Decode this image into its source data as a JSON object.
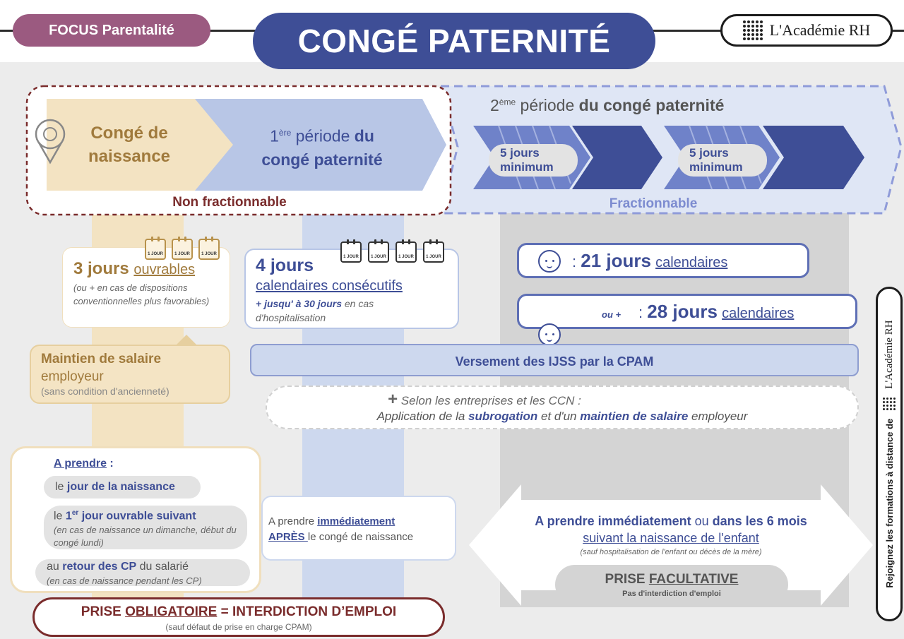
{
  "header": {
    "focus_label": "FOCUS Parentalité",
    "title": "CONGÉ PATERNITÉ",
    "logo_text": "L'Académie RH"
  },
  "timeline": {
    "birth_leave": "Congé de naissance",
    "period1_prefix": "1",
    "period1_sup": "ère",
    "period1_text_a": " période ",
    "period1_text_b": "du",
    "period1_text_c": "congé paternité",
    "non_fractionnable": "Non fractionnable",
    "period2_prefix": "2",
    "period2_sup": "ème",
    "period2_text_a": " période ",
    "period2_text_b": "du congé paternité",
    "segment1": "5 jours minimum",
    "segment2": "5 jours minimum",
    "fractionnable": "Fractionnable"
  },
  "col1": {
    "days_bold": "3 jours",
    "days_under": "ouvrables",
    "days_note": "(ou + en cas de dispositions conventionnelles plus favorables)",
    "salary_bold": "Maintien de salaire",
    "salary_text": "employeur",
    "salary_note": "(sans condition d'ancienneté)",
    "take_title": "A prendre",
    "take_colon": " :",
    "opt1_a": "le ",
    "opt1_b": "jour de la naissance",
    "opt2_a": "le ",
    "opt2_b": "1",
    "opt2_sup": "er",
    "opt2_c": " jour ouvrable suivant",
    "opt2_note": "(en cas de naissance un dimanche, début du congé lundi)",
    "opt3_a": "au ",
    "opt3_b": "retour des CP",
    "opt3_c": " du salarié",
    "opt3_note": "(en cas de naissance pendant les CP)",
    "mandatory_a": "PRISE ",
    "mandatory_b": "OBLIGATOIRE",
    "mandatory_c": " = INTERDICTION D’EMPLOI",
    "mandatory_note": "(sauf défaut de prise en charge CPAM)"
  },
  "col2": {
    "days_bold": "4 jours",
    "days_under": "calendaires consécutifs",
    "days_note_b": "+ jusqu' à 30 jours",
    "days_note_c": " en cas d'hospitalisation",
    "take_a": "A prendre ",
    "take_b": "immédiatement",
    "take_c": "APRÈS ",
    "take_d": "le congé de naissance"
  },
  "col3": {
    "single_colon": ": ",
    "single_bold": "21 jours",
    "single_under": "calendaires",
    "multi_ou": "ou +",
    "multi_colon": ": ",
    "multi_bold": "28 jours",
    "multi_under": "calendaires",
    "take_a": "A prendre immédiatement",
    "take_b": " ou ",
    "take_c": "dans les 6 mois",
    "take_d": " suivant la naissance de l'enfant",
    "take_note": "(sauf hospitalisation de l'enfant ou décès de la mère)",
    "optional_a": "PRISE ",
    "optional_b": "FACULTATIVE",
    "optional_note": "Pas d'interdiction d'emploi"
  },
  "shared": {
    "ijss": "Versement des IJSS par la CPAM",
    "plus": "+",
    "ccn_line1": " Selon les entreprises et les CCN :",
    "ccn_a": "Application de la ",
    "ccn_b": "subrogation",
    "ccn_c": " et d'un ",
    "ccn_d": "maintien de salaire",
    "ccn_e": " employeur"
  },
  "side_banner": {
    "text": "Rejoignez les formations à distance de",
    "logo": "L'Académie RH"
  },
  "calendar_label": "1 JOUR",
  "colors": {
    "gold": "#b8924c",
    "gold_light": "#f4e4c4",
    "navy": "#3e4e96",
    "blue_light": "#c8d3ec",
    "maroon": "#7a2c2c",
    "purple": "#9b5a80"
  }
}
